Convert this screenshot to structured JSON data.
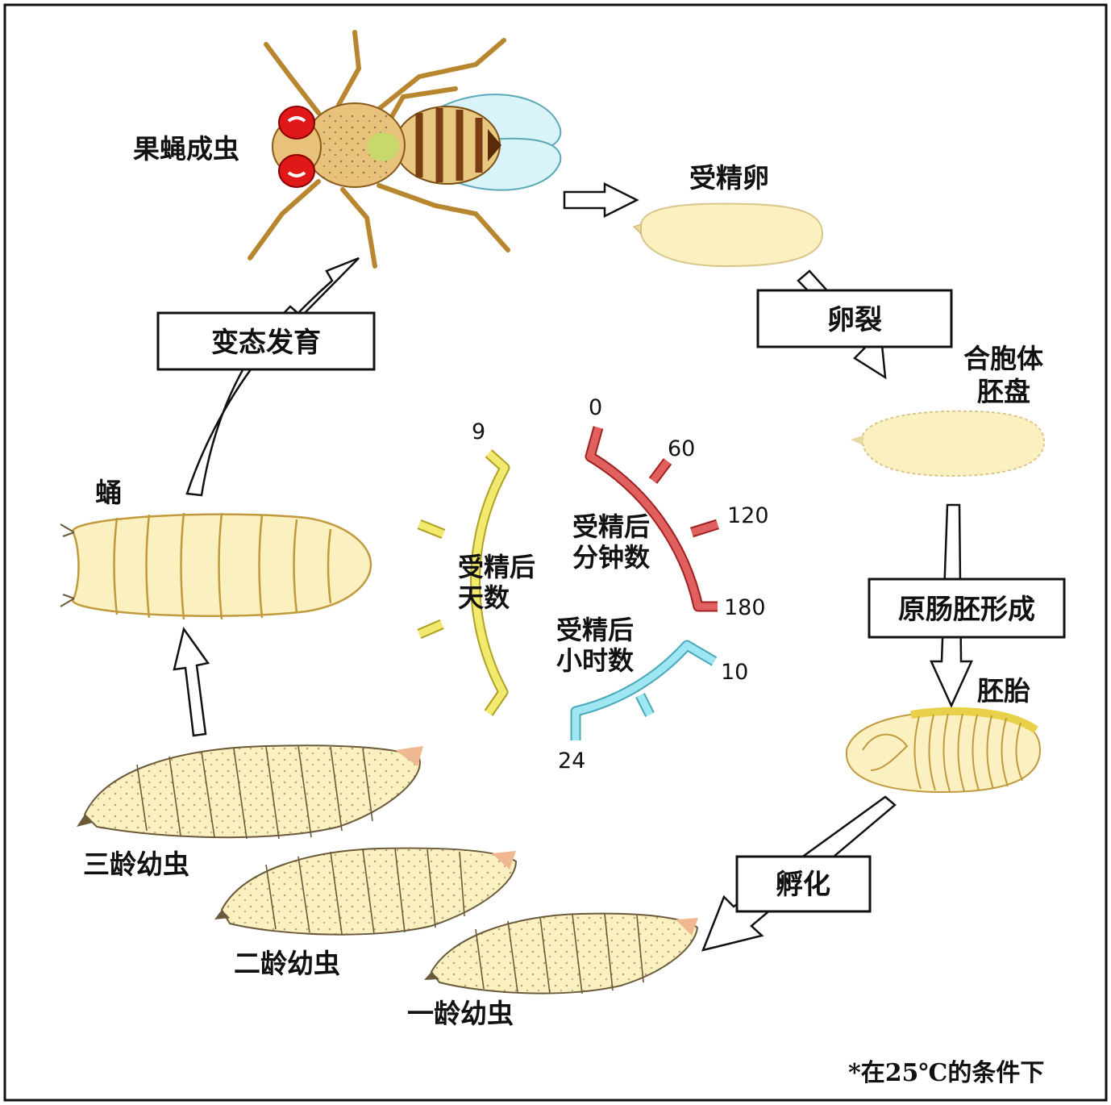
{
  "stages": {
    "adult": "果蝇成虫",
    "egg": "受精卵",
    "syncytial_line1": "合胞体",
    "syncytial_line2": "胚盘",
    "embryo": "胚胎",
    "larva1": "一龄幼虫",
    "larva2": "二龄幼虫",
    "larva3": "三龄幼虫",
    "pupa": "蛹"
  },
  "processes": {
    "cleavage": "卵裂",
    "gastrulation": "原肠胚形成",
    "hatching": "孵化",
    "metamorphosis": "变态发育"
  },
  "timeline": {
    "minutes": {
      "label_line1": "受精后",
      "label_line2": "分钟数",
      "ticks": [
        "0",
        "60",
        "120",
        "180"
      ],
      "color": "#e06060"
    },
    "hours": {
      "label_line1": "受精后",
      "label_line2": "小时数",
      "ticks": [
        "10",
        "24"
      ],
      "color": "#9ee6f2"
    },
    "days": {
      "label_line1": "受精后",
      "label_line2": "天数",
      "ticks": [
        "9"
      ],
      "color": "#f2ea6e"
    }
  },
  "footnote": "*在25℃的条件下",
  "colors": {
    "body_fill": "#faf0c0",
    "body_stroke": "#c09a3c",
    "eye": "#e01818",
    "wing": "#d8f4f8",
    "frame": "#111111"
  }
}
